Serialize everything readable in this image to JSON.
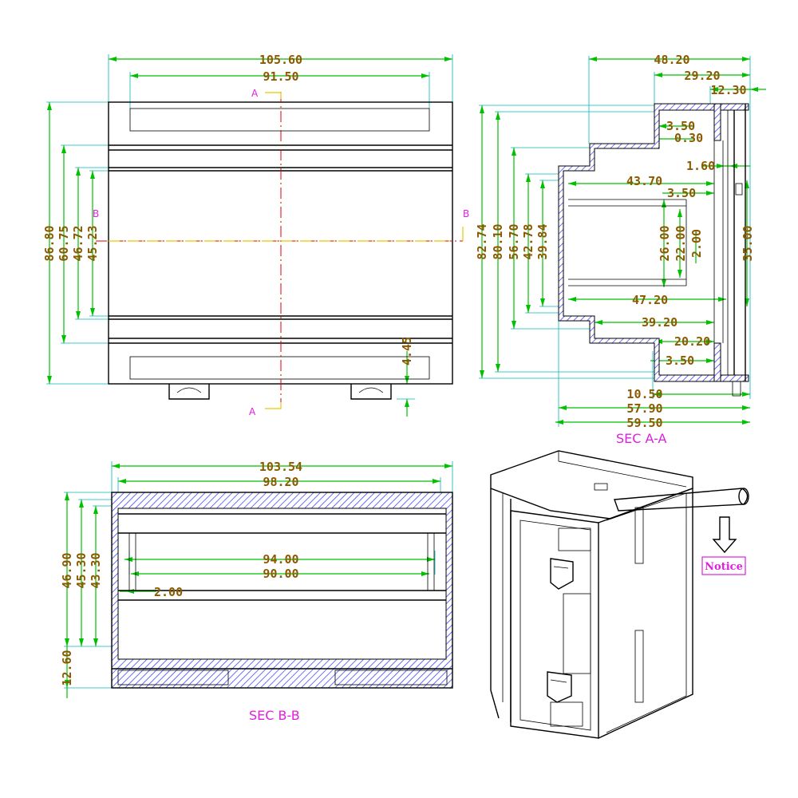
{
  "front_view": {
    "dims": {
      "overall_width": "105.60",
      "inner_width": "91.50",
      "h1": "86.80",
      "h2": "60.75",
      "h3": "46.72",
      "h4": "45.23",
      "clip": "4.45"
    },
    "section_marks": {
      "a_top": "A",
      "a_bottom": "A",
      "b_left": "B",
      "b_right": "B"
    }
  },
  "section_a": {
    "title": "SEC A-A",
    "dims": {
      "w1": "48.20",
      "w2": "29.20",
      "w3": "12.30",
      "d1": "3.50",
      "d2": "0.30",
      "d3": "1.60",
      "d4": "43.70",
      "d5": "3.50",
      "d6": "26.00",
      "d7": "22.00",
      "d8": "2.00",
      "d9": "35.00",
      "d10": "47.20",
      "d11": "39.20",
      "d12": "20.20",
      "d13": "3.50",
      "b1": "10.50",
      "b2": "57.90",
      "b3": "59.50",
      "h1": "82.74",
      "h2": "80.10",
      "h3": "56.70",
      "h4": "42.78",
      "h5": "39.84"
    }
  },
  "section_b": {
    "title": "SEC B-B",
    "dims": {
      "w1": "103.54",
      "w2": "98.20",
      "w3": "94.00",
      "w4": "90.00",
      "w5": "2.00",
      "h1": "46.90",
      "h2": "45.30",
      "h3": "43.30",
      "h4": "12.60"
    }
  },
  "iso_view": {
    "notice": "Notice"
  }
}
